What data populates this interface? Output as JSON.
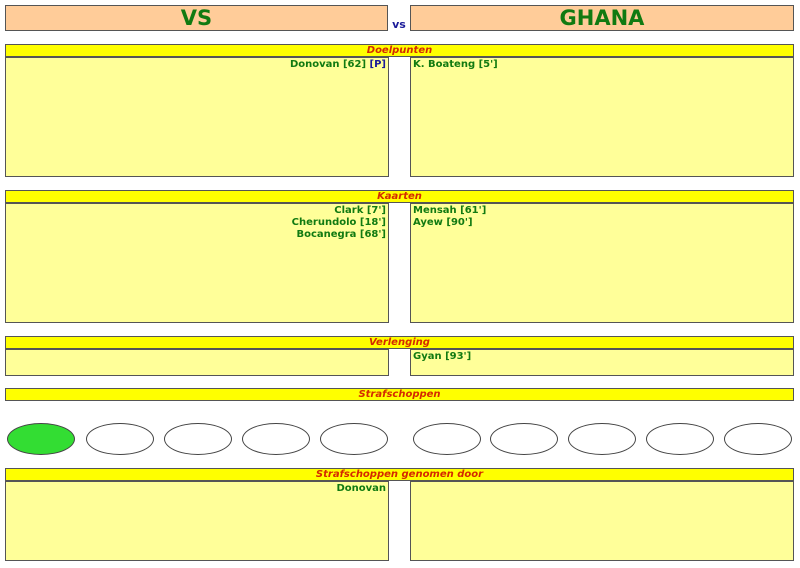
{
  "header": {
    "home_team": "VS",
    "vs_label": "vs",
    "away_team": "GHANA"
  },
  "sections": {
    "goals": {
      "title": "Doelpunten",
      "home": [
        {
          "text": "Donovan [62]",
          "extra": "[P]"
        }
      ],
      "away": [
        {
          "text": "K. Boateng [5']"
        }
      ]
    },
    "cards": {
      "title": "Kaarten",
      "home": [
        {
          "text": "Clark [7']"
        },
        {
          "text": "Cherundolo [18']"
        },
        {
          "text": "Bocanegra [68']"
        }
      ],
      "away": [
        {
          "text": "Mensah [61']"
        },
        {
          "text": "Ayew [90']"
        }
      ]
    },
    "extra_time": {
      "title": "Verlenging",
      "home": [],
      "away": [
        {
          "text": "Gyan [93']"
        }
      ]
    },
    "penalties": {
      "title": "Strafschoppen",
      "home_results": [
        "scored",
        "empty",
        "empty",
        "empty",
        "empty"
      ],
      "away_results": [
        "empty",
        "empty",
        "empty",
        "empty",
        "empty"
      ]
    },
    "penalty_takers": {
      "title": "Strafschoppen genomen door",
      "home": [
        {
          "text": "Donovan"
        }
      ],
      "away": []
    }
  },
  "colors": {
    "team_header_bg": "#ffcc99",
    "bar_bg": "#ffff00",
    "box_bg": "#ffff99",
    "text_green": "#117a11",
    "title_red": "#d42a00",
    "vs_blue": "#1a1a99",
    "scored_green": "#33dd33"
  }
}
